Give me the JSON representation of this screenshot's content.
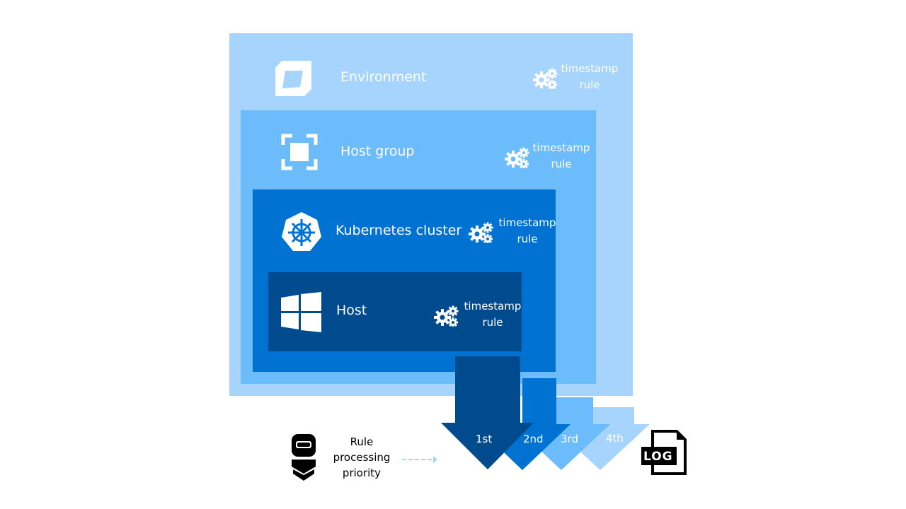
{
  "levels": [
    {
      "name": "Environment",
      "rule": [
        "timestamp",
        "rule"
      ],
      "color": "#a6d4fc",
      "icon": "environment-cube-icon"
    },
    {
      "name": "Host group",
      "rule": [
        "timestamp",
        "rule"
      ],
      "color": "#6cbcfb",
      "icon": "host-group-icon"
    },
    {
      "name": "Kubernetes cluster",
      "rule": [
        "timestamp",
        "rule"
      ],
      "color": "#0072d2",
      "icon": "kubernetes-icon"
    },
    {
      "name": "Host",
      "rule": [
        "timestamp",
        "rule"
      ],
      "color": "#004b8e",
      "icon": "windows-icon"
    }
  ],
  "priority": {
    "legend": [
      "Rule",
      "processing",
      "priority"
    ],
    "order": [
      "1st",
      "2nd",
      "3rd",
      "4th"
    ],
    "log_label": "LOG"
  }
}
